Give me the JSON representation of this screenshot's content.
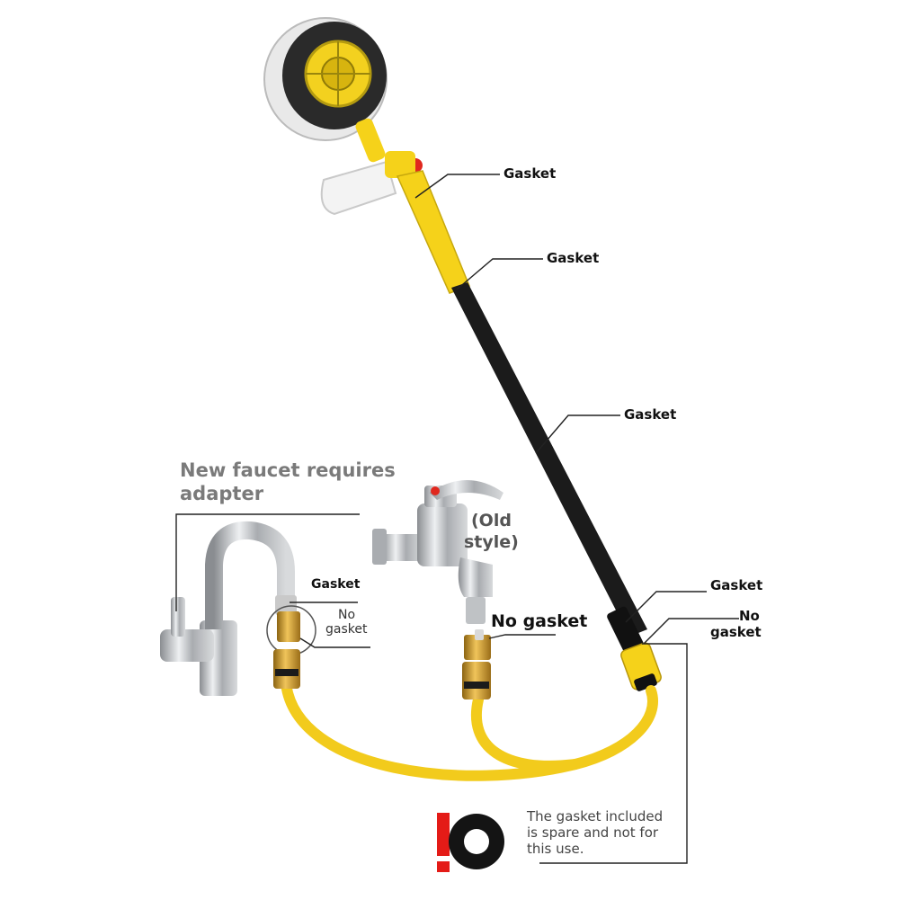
{
  "labels": {
    "gasket_1": "Gasket",
    "gasket_2": "Gasket",
    "gasket_3": "Gasket",
    "gasket_4": "Gasket",
    "gasket_faucet": "Gasket",
    "no_gasket_right_line1": "No",
    "no_gasket_right_line2": "gasket",
    "no_gasket_faucet_line1": "No",
    "no_gasket_faucet_line2": "gasket",
    "no_gasket_tap": "No gasket",
    "new_faucet_line1": "New faucet requires",
    "new_faucet_line2": "adapter",
    "old_style_line1": "(Old",
    "old_style_line2": "style)",
    "note_line1": "The gasket included",
    "note_line2": "is spare and not for",
    "note_line3": "this use."
  },
  "colors": {
    "yellow": "#f5d21a",
    "black_tube": "#1b1b1b",
    "chrome": "#b9bcc0",
    "brass": "#c8952c",
    "warning_red": "#e41b17",
    "leader_line": "#222222"
  },
  "icons": [
    "warning-exclamation-icon",
    "gasket-ring-icon"
  ]
}
